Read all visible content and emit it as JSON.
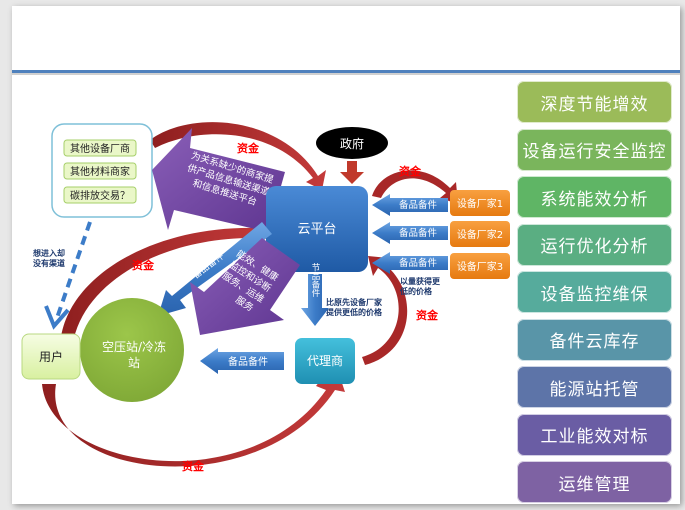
{
  "slide": {
    "title": ""
  },
  "diagram": {
    "government": "政府",
    "cloud_platform": "云平台",
    "agent": "代理商",
    "user": "用户",
    "station": [
      "空压站/冷冻",
      "站"
    ],
    "other_box": {
      "items": [
        "其他设备厂商",
        "其他材料商家",
        "碳排放交易？"
      ]
    },
    "manufacturers": [
      "设备厂家1",
      "设备厂家2",
      "设备厂家3"
    ],
    "spare_parts_label": "备品备件",
    "vertical_arrow_label": "节品备件",
    "funds_label": "资金",
    "purple_arrow_top": [
      "为关系缺少的商家提",
      "供产品信息输送渠道",
      "和信息推送平台"
    ],
    "purple_arrow_bottom": [
      "能效、健康",
      "监控和诊断",
      "服务、运维",
      "服务"
    ],
    "note_bulk": [
      "以量获得更",
      "低的价格"
    ],
    "note_lower_price": [
      "比原先设备厂家",
      "提供更低的价格"
    ],
    "note_no_channel": [
      "想进入却",
      "没有渠道"
    ]
  },
  "services": {
    "items": [
      {
        "label": "深度节能增效",
        "color": "#9bbb59"
      },
      {
        "label": "设备运行安全监控",
        "color": "#7ab55c"
      },
      {
        "label": "系统能效分析",
        "color": "#5fb565"
      },
      {
        "label": "运行优化分析",
        "color": "#5aae82"
      },
      {
        "label": "设备监控维保",
        "color": "#56ab9c"
      },
      {
        "label": "备件云库存",
        "color": "#5995a8"
      },
      {
        "label": "能源站托管",
        "color": "#5d74a8"
      },
      {
        "label": "工业能效对标",
        "color": "#6a5da4"
      },
      {
        "label": "运维管理",
        "color": "#7e62a3"
      }
    ]
  },
  "colors": {
    "title_rule": "#4f81bd",
    "cloud": "#2e6fbd",
    "orange": "#f28a1c",
    "agent": "#2ea7c7",
    "green_circle": "#8cb63c",
    "user_box": "#eaf7c8",
    "funds_arrow": "#b02a2a",
    "purple": "#7346a0",
    "blue_arrow": "#3c7cc8",
    "funds_text": "#ff0000"
  }
}
